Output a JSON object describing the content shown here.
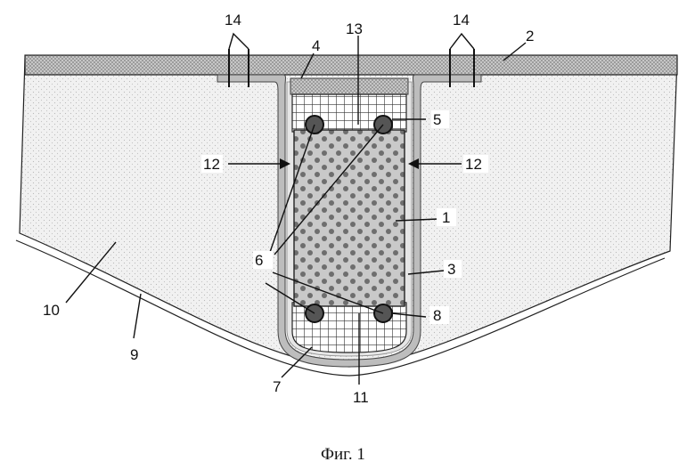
{
  "figure": {
    "caption": "Фиг. 1",
    "labels": {
      "l1": "1",
      "l2": "2",
      "l3": "3",
      "l4": "4",
      "l5": "5",
      "l6": "6",
      "l7": "7",
      "l8": "8",
      "l9": "9",
      "l10": "10",
      "l11": "11",
      "l12a": "12",
      "l12b": "12",
      "l13": "13",
      "l14a": "14",
      "l14b": "14"
    }
  }
}
